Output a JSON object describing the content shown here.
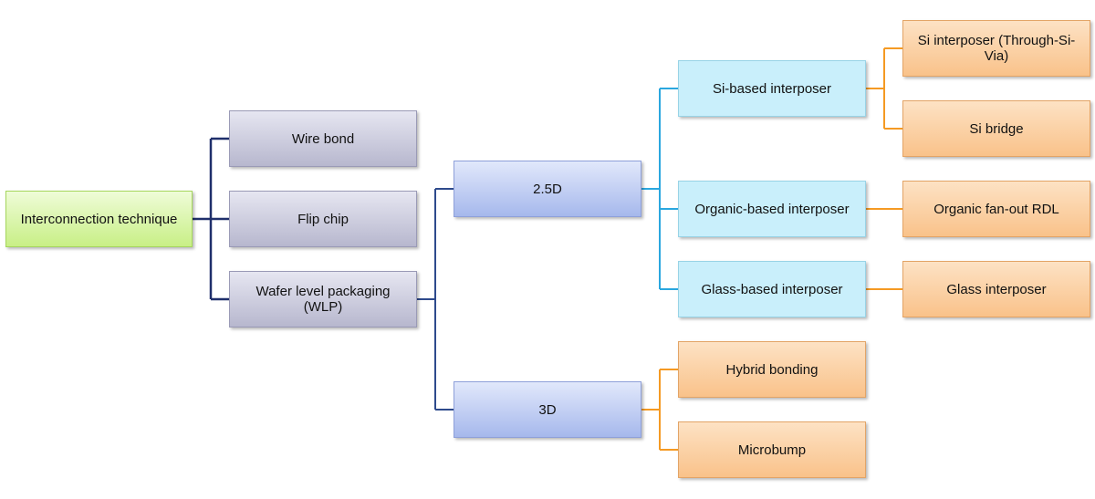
{
  "nodes": {
    "interconnection": "Interconnection technique",
    "wire_bond": "Wire bond",
    "flip_chip": "Flip chip",
    "wlp": "Wafer level packaging (WLP)",
    "d25": "2.5D",
    "d3": "3D",
    "si_interposer_group": "Si-based interposer",
    "organic_interposer_group": "Organic-based interposer",
    "glass_interposer_group": "Glass-based interposer",
    "si_tsv": "Si interposer (Through-Si-Via)",
    "si_bridge": "Si bridge",
    "organic_rdl": "Organic fan-out RDL",
    "glass_interposer": "Glass interposer",
    "hybrid_bonding": "Hybrid bonding",
    "microbump": "Microbump"
  },
  "colors": {
    "navy_connector": "#1f2f6b",
    "blue_connector": "#2e4a8c",
    "cyan_connector": "#2aa7df",
    "orange_connector": "#f59a23"
  }
}
